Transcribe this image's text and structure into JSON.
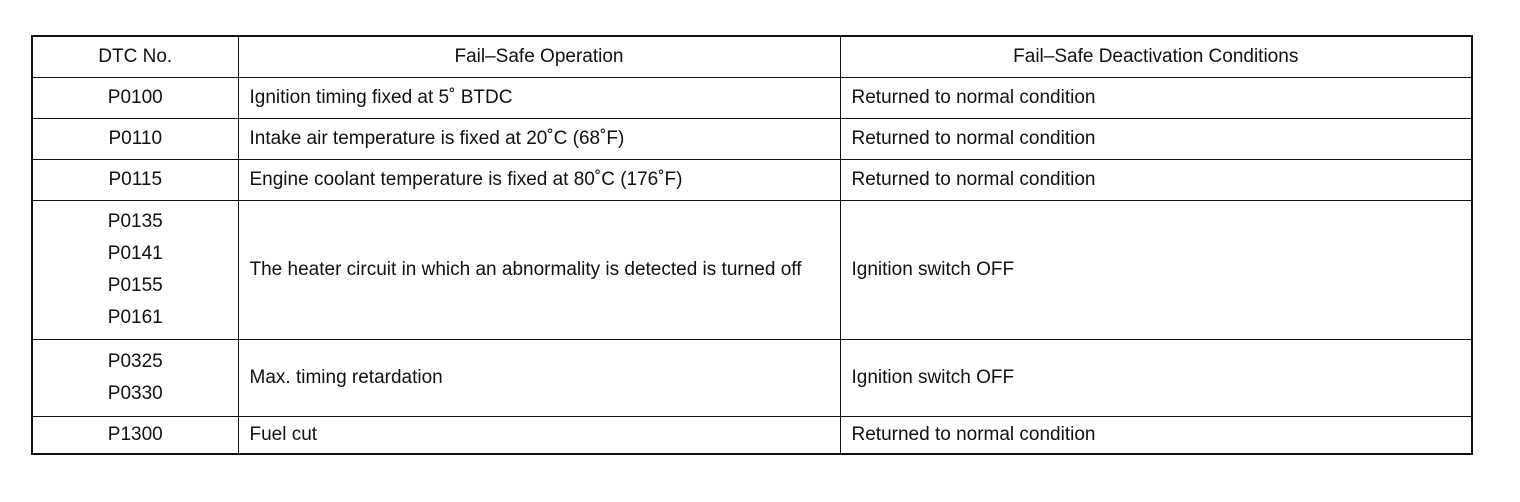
{
  "table": {
    "headers": {
      "dtc": "DTC No.",
      "operation": "Fail–Safe Operation",
      "deactivation": "Fail–Safe Deactivation Conditions"
    },
    "rows": [
      {
        "codes": [
          "P0100"
        ],
        "operation": "Ignition timing fixed at 5˚ BTDC",
        "deactivation": "Returned to normal condition"
      },
      {
        "codes": [
          "P0110"
        ],
        "operation": "Intake air temperature is fixed at 20˚C (68˚F)",
        "deactivation": "Returned to normal condition"
      },
      {
        "codes": [
          "P0115"
        ],
        "operation": "Engine coolant temperature is fixed at 80˚C (176˚F)",
        "deactivation": "Returned to normal condition"
      },
      {
        "codes": [
          "P0135",
          "P0141",
          "P0155",
          "P0161"
        ],
        "operation": "The heater circuit in which an abnormality is detected is turned off",
        "deactivation": "Ignition switch OFF"
      },
      {
        "codes": [
          "P0325",
          "P0330"
        ],
        "operation": "Max. timing retardation",
        "deactivation": "Ignition switch OFF"
      },
      {
        "codes": [
          "P1300"
        ],
        "operation": "Fuel cut",
        "deactivation": "Returned to normal condition"
      }
    ]
  }
}
